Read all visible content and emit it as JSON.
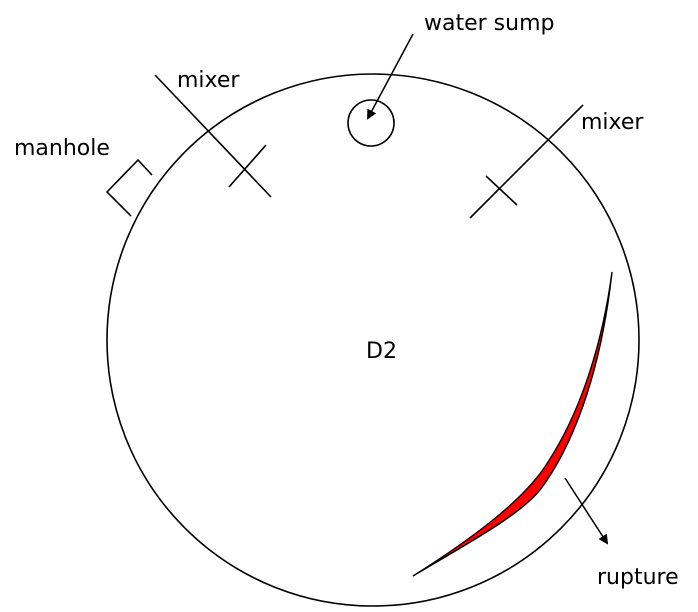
{
  "labels": {
    "water_sump": "water sump",
    "mixer_left": "mixer",
    "mixer_right": "mixer",
    "manhole": "manhole",
    "tank_id": "D2",
    "rupture": "rupture"
  },
  "colors": {
    "stroke": "#000000",
    "rupture_fill": "#ff0000",
    "background": "#ffffff"
  }
}
